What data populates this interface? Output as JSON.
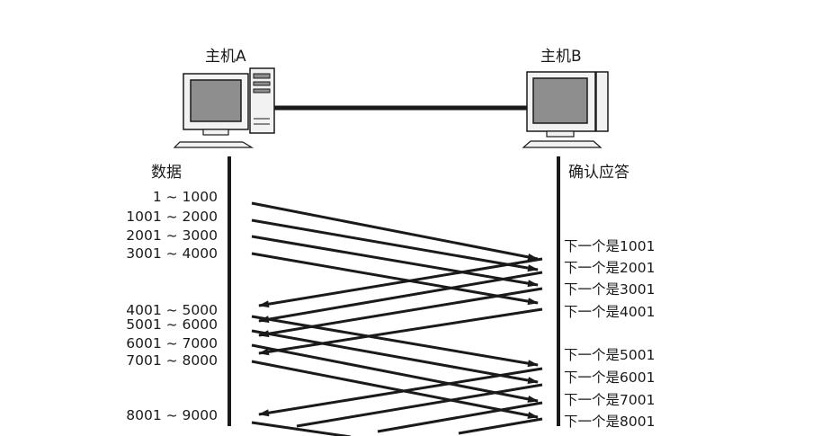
{
  "hosts": {
    "a": {
      "label": "主机A"
    },
    "b": {
      "label": "主机B"
    }
  },
  "columns": {
    "data_heading": "数据",
    "ack_heading": "确认应答"
  },
  "segments": [
    {
      "range": "1 ~ 1000",
      "ack": "下一个是1001"
    },
    {
      "range": "1001 ~ 2000",
      "ack": "下一个是2001"
    },
    {
      "range": "2001 ~ 3000",
      "ack": "下一个是3001"
    },
    {
      "range": "3001 ~ 4000",
      "ack": "下一个是4001"
    },
    {
      "range": "4001 ~ 5000",
      "ack": "下一个是5001"
    },
    {
      "range": "5001 ~ 6000",
      "ack": "下一个是6001"
    },
    {
      "range": "6001 ~ 7000",
      "ack": "下一个是7001"
    },
    {
      "range": "7001 ~ 8000",
      "ack": "下一个是8001"
    },
    {
      "range": "8001 ~ 9000"
    }
  ],
  "colors": {
    "ink": "#1a1a1a",
    "screen": "#8e8e8e",
    "case": "#f2f2f2"
  }
}
